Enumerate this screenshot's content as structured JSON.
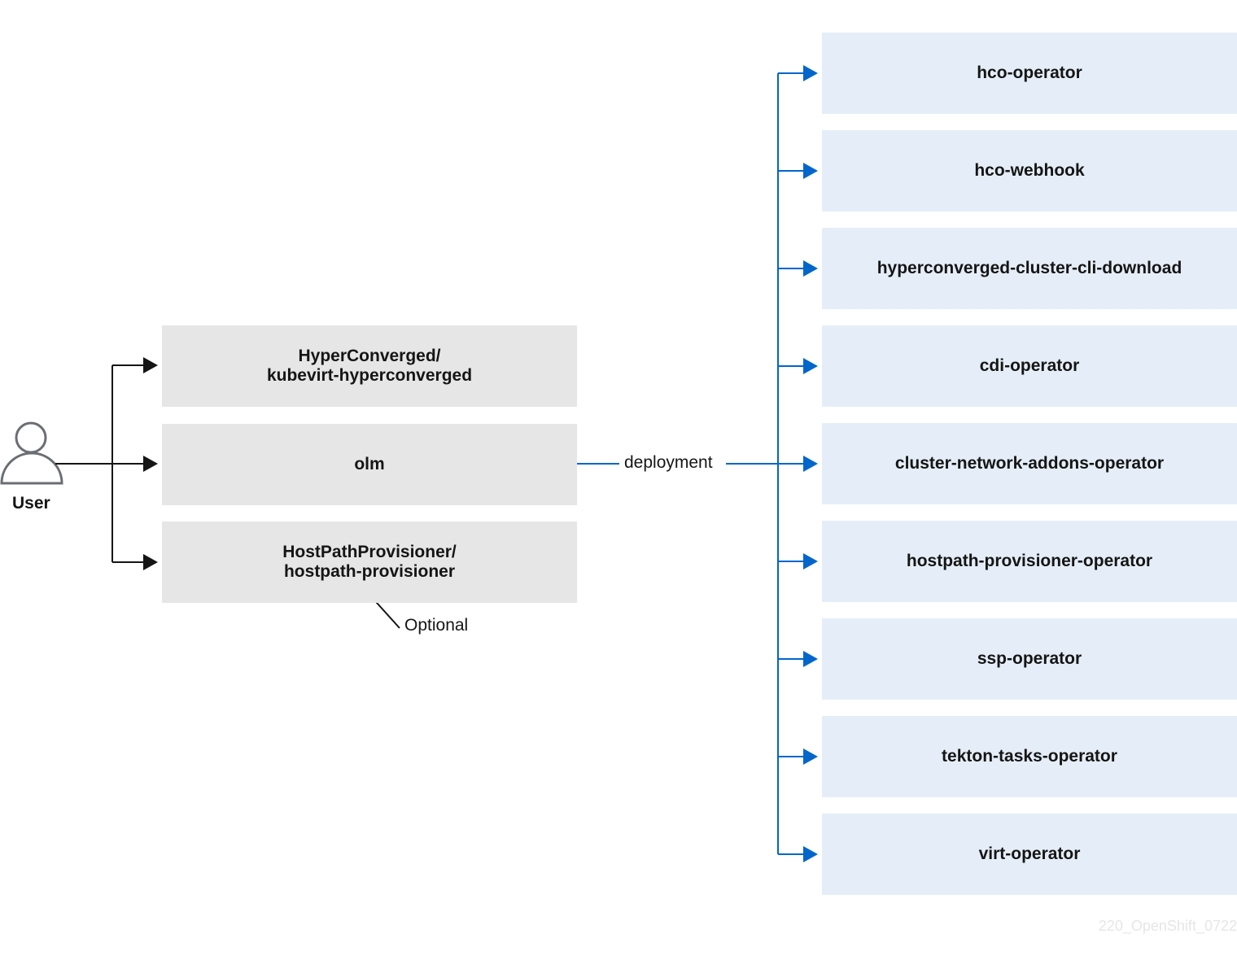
{
  "user": {
    "label": "User",
    "icon": "user-icon"
  },
  "left_boxes": [
    {
      "line1": "HyperConverged/",
      "line2": "kubevirt-hyperconverged"
    },
    {
      "line1": "olm",
      "line2": ""
    },
    {
      "line1": "HostPathProvisioner/",
      "line2": "hostpath-provisioner"
    }
  ],
  "optional_label": "Optional",
  "edge_label": "deployment",
  "right_boxes": [
    {
      "label": "hco-operator"
    },
    {
      "label": "hco-webhook"
    },
    {
      "label": "hyperconverged-cluster-cli-download"
    },
    {
      "label": "cdi-operator"
    },
    {
      "label": "cluster-network-addons-operator"
    },
    {
      "label": "hostpath-provisioner-operator"
    },
    {
      "label": "ssp-operator"
    },
    {
      "label": "tekton-tasks-operator"
    },
    {
      "label": "virt-operator"
    }
  ],
  "footer_code": "220_OpenShift_0722",
  "colors": {
    "gray_box": "#e6e6e6",
    "blue_box": "#e5eef8",
    "blue_line": "#0066cc",
    "black_line": "#151515"
  }
}
